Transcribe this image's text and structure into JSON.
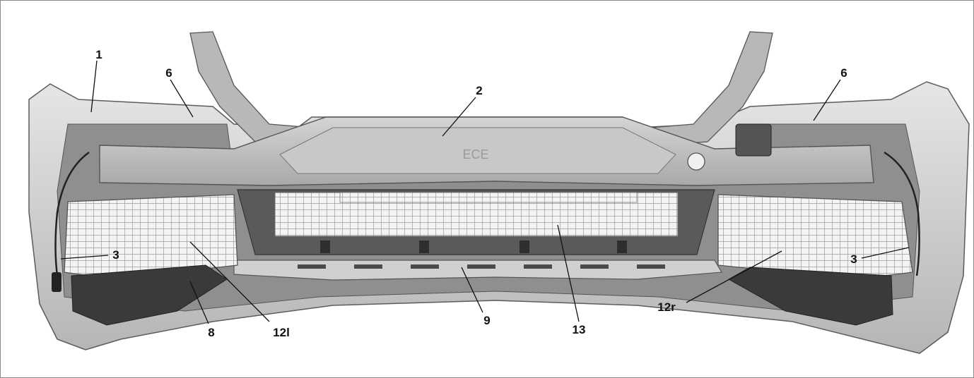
{
  "figure": {
    "embossed_text": "ECE",
    "callouts": [
      {
        "id": "c1",
        "label": "1"
      },
      {
        "id": "c6l",
        "label": "6"
      },
      {
        "id": "c2",
        "label": "2"
      },
      {
        "id": "c6r",
        "label": "6"
      },
      {
        "id": "c3l",
        "label": "3"
      },
      {
        "id": "c3r",
        "label": "3"
      },
      {
        "id": "c8",
        "label": "8"
      },
      {
        "id": "c12l",
        "label": "12l"
      },
      {
        "id": "c9",
        "label": "9"
      },
      {
        "id": "c13",
        "label": "13"
      },
      {
        "id": "c12r",
        "label": "12r"
      }
    ]
  },
  "colors": {
    "bumper_light": "#d9d9d9",
    "bumper_mid": "#b9b9b9",
    "bumper_dark": "#6f6f6f",
    "grille_light": "#f2f2f2",
    "dark_part": "#3a3a3a"
  }
}
